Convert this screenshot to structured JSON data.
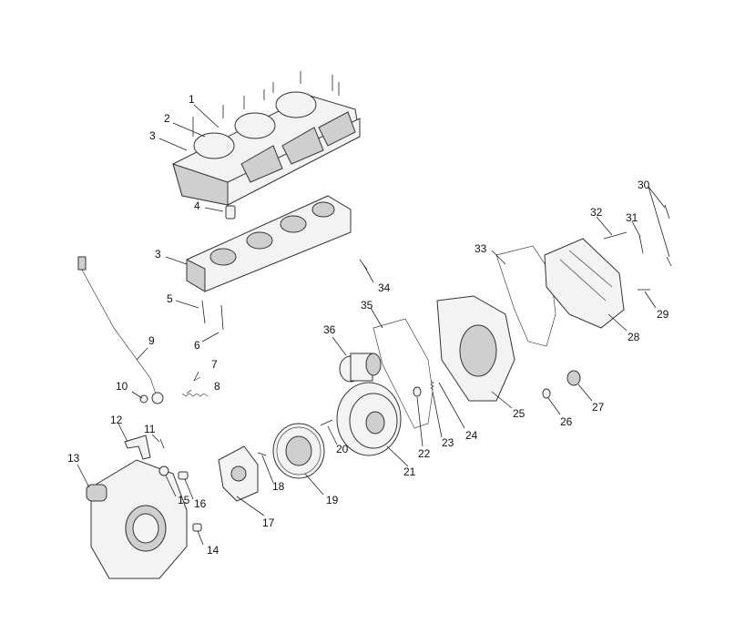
{
  "diagram": {
    "callouts": [
      {
        "id": "c1",
        "label": "1"
      },
      {
        "id": "c2",
        "label": "2"
      },
      {
        "id": "c3a",
        "label": "3"
      },
      {
        "id": "c3b",
        "label": "3"
      },
      {
        "id": "c4",
        "label": "4"
      },
      {
        "id": "c5",
        "label": "5"
      },
      {
        "id": "c6",
        "label": "6"
      },
      {
        "id": "c7",
        "label": "7"
      },
      {
        "id": "c8",
        "label": "8"
      },
      {
        "id": "c9",
        "label": "9"
      },
      {
        "id": "c10",
        "label": "10"
      },
      {
        "id": "c11",
        "label": "11"
      },
      {
        "id": "c12",
        "label": "12"
      },
      {
        "id": "c13",
        "label": "13"
      },
      {
        "id": "c14",
        "label": "14"
      },
      {
        "id": "c15",
        "label": "15"
      },
      {
        "id": "c16",
        "label": "16"
      },
      {
        "id": "c17",
        "label": "17"
      },
      {
        "id": "c18",
        "label": "18"
      },
      {
        "id": "c19",
        "label": "19"
      },
      {
        "id": "c20",
        "label": "20"
      },
      {
        "id": "c21",
        "label": "21"
      },
      {
        "id": "c22",
        "label": "22"
      },
      {
        "id": "c23",
        "label": "23"
      },
      {
        "id": "c24",
        "label": "24"
      },
      {
        "id": "c25",
        "label": "25"
      },
      {
        "id": "c26",
        "label": "26"
      },
      {
        "id": "c27",
        "label": "27"
      },
      {
        "id": "c28",
        "label": "28"
      },
      {
        "id": "c29",
        "label": "29"
      },
      {
        "id": "c30",
        "label": "30"
      },
      {
        "id": "c31",
        "label": "31"
      },
      {
        "id": "c32",
        "label": "32"
      },
      {
        "id": "c33",
        "label": "33"
      },
      {
        "id": "c34",
        "label": "34"
      },
      {
        "id": "c35",
        "label": "35"
      },
      {
        "id": "c36",
        "label": "36"
      }
    ]
  }
}
